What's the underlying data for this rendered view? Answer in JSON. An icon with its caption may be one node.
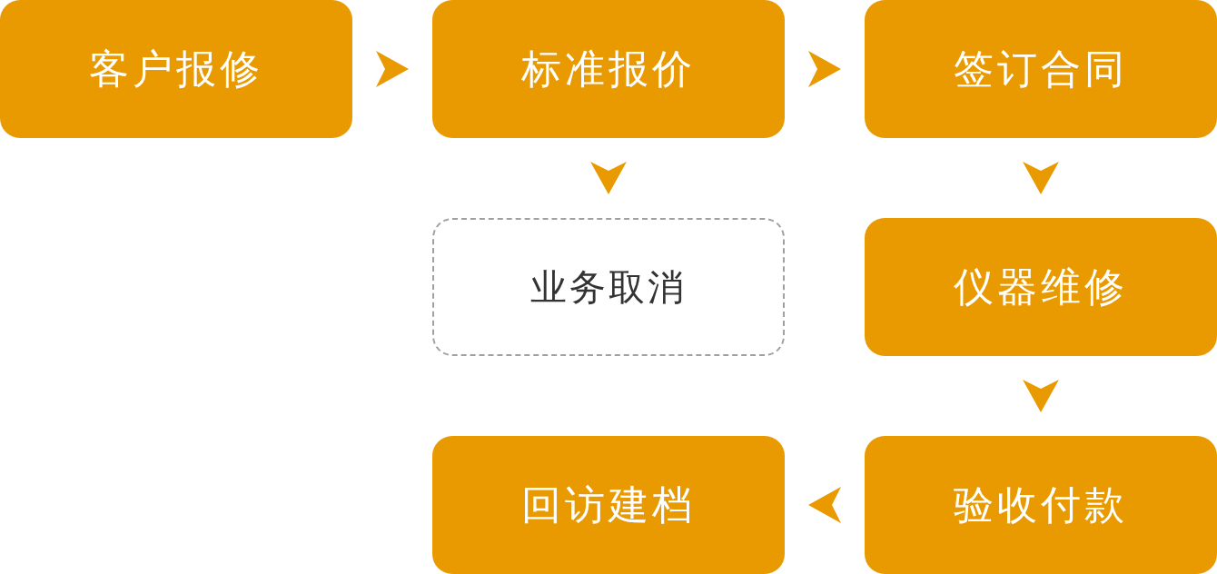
{
  "diagram": {
    "nodes": [
      {
        "text": [
          "客户报修"
        ]
      },
      {
        "text": [
          "标准报价"
        ]
      },
      {
        "text": [
          "签订合同"
        ]
      },
      {
        "text": [
          "业务取消"
        ]
      },
      {
        "text": [
          "仪器维修"
        ]
      },
      {
        "text": [
          "回访建档"
        ]
      },
      {
        "text": [
          "验收付款"
        ]
      }
    ],
    "edges": [
      {
        "from": 0,
        "to": 1,
        "arrow": "to"
      },
      {
        "from": 1,
        "to": 2,
        "arrow": "to"
      },
      {
        "from": 1,
        "to": 3,
        "arrow": "to"
      },
      {
        "from": 2,
        "to": 4,
        "arrow": "to"
      },
      {
        "from": 4,
        "to": 6,
        "arrow": "to"
      },
      {
        "from": 6,
        "to": 5,
        "arrow": "to"
      }
    ]
  }
}
